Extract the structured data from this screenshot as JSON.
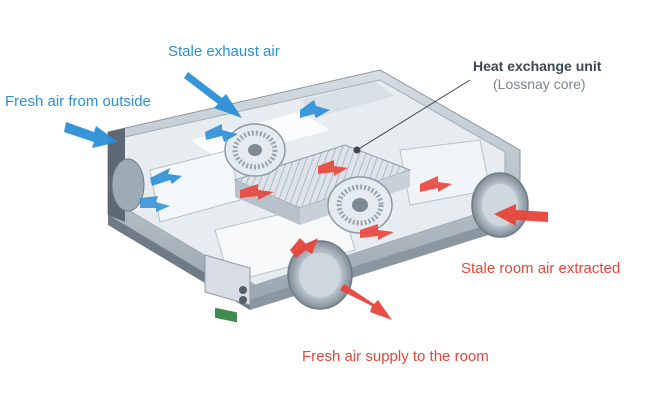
{
  "labels": {
    "stale_exhaust": "Stale exhaust air",
    "fresh_outside": "Fresh air from outside",
    "heat_exchange_title": "Heat exchange unit",
    "heat_exchange_sub": "(Lossnay core)",
    "stale_room": "Stale room air extracted",
    "fresh_supply": "Fresh air supply to the room"
  },
  "colors": {
    "intake_blue": "#2b8fd6",
    "supply_red": "#e8453a",
    "casing_grey": "#c9d2da",
    "callout_dark": "#3c4852"
  }
}
